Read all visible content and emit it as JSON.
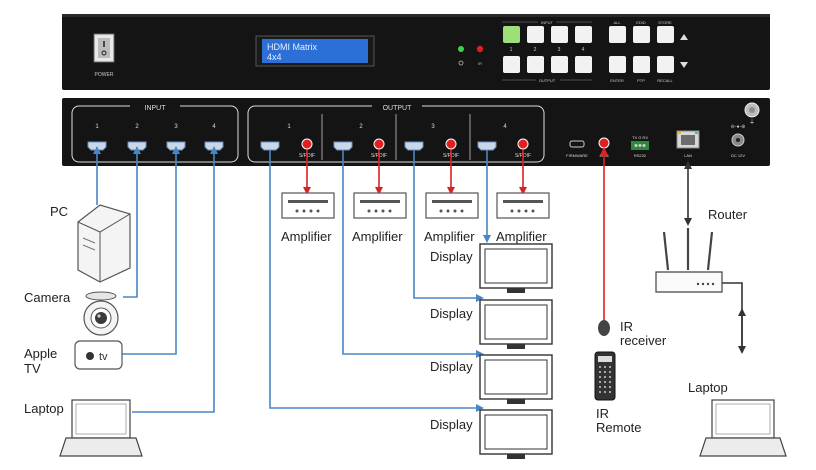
{
  "front_panel": {
    "power_label": "POWER",
    "lcd_line1": "HDMI Matrix",
    "lcd_line2": "4x4",
    "input_group_label": "INPUT",
    "output_group_label": "OUTPUT",
    "input_buttons": [
      "1",
      "2",
      "3",
      "4"
    ],
    "func_top_labels": [
      "ALL",
      "EDID",
      "STORE"
    ],
    "func_bottom_labels": [
      "ENTER",
      "PTP",
      "RECALL"
    ],
    "accent_colors": {
      "lcd": "#2c6fd6",
      "active_button": "#9de07a",
      "led_green": "#3fd24a",
      "led_red": "#e02020"
    }
  },
  "rear_panel": {
    "input_section_label": "INPUT",
    "output_section_label": "OUTPUT",
    "input_ports": [
      "1",
      "2",
      "3",
      "4"
    ],
    "output_ports": [
      "1",
      "2",
      "3",
      "4"
    ],
    "spdif_label": "S/PDIF",
    "firmware_label": "FIRMWARE",
    "ir_label": "IR IN",
    "rs232_label": "TX G RX",
    "rs232_sub": "RS232",
    "lan_label": "LAN",
    "dc_label": "DC 12V"
  },
  "devices": {
    "pc": "PC",
    "camera": "Camera",
    "apple_tv_line1": "Apple",
    "apple_tv_line2": "TV",
    "appletv_box_text": "tv",
    "laptop_left": "Laptop",
    "amplifier": "Amplifier",
    "display": "Display",
    "ir_receiver_line1": "IR",
    "ir_receiver_line2": "receiver",
    "ir_remote_line1": "IR",
    "ir_remote_line2": "Remote",
    "router": "Router",
    "laptop_right": "Laptop"
  },
  "colors": {
    "hdmi_line": "#4a86c5",
    "audio_line": "#e02020",
    "network_line": "#333333"
  }
}
